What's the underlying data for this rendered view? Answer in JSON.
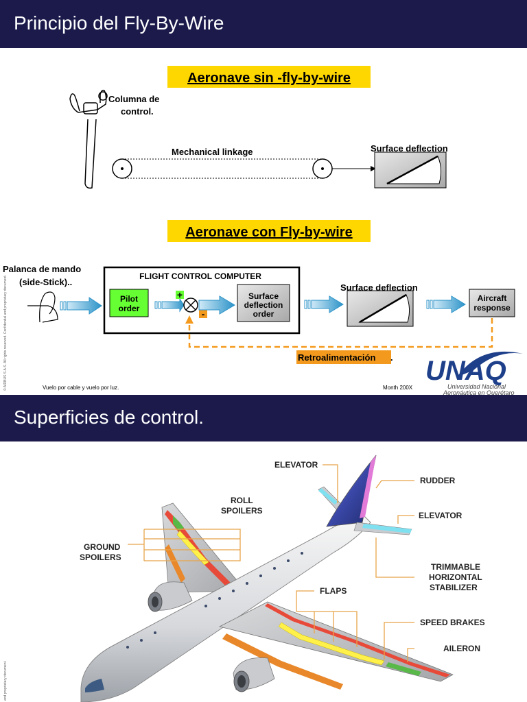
{
  "slide1": {
    "header_title": "Principio del Fly-By-Wire",
    "section1_title": "Aeronave sin -fly-by-wire",
    "column_label_1": "Columna de",
    "column_label_2": "control.",
    "linkage_label": "Mechanical linkage",
    "surface_label_1": "Surface deflection",
    "section2_title": "Aeronave con Fly-by-wire",
    "stick_label_1": "Palanca de mando",
    "stick_label_2": "(side-Stick)..",
    "fcc_label": "FLIGHT CONTROL COMPUTER",
    "pilot_order_1": "Pilot",
    "pilot_order_2": "order",
    "plus_sign": "+",
    "minus_sign": "-",
    "sdo_1": "Surface",
    "sdo_2": "deflection",
    "sdo_3": "order",
    "surface_label_2": "Surface deflection",
    "response_1": "Aircraft",
    "response_2": "response",
    "feedback_label": "Retroalimentación",
    "feedback_dot": ".",
    "footer_left": "Vuelo por cable y vuelo por luz.",
    "footer_right": "Month 200X",
    "side_text": "© AIRBUS S.A.S. All rights reserved. Confidential and proprietary document.",
    "logo_text": "UNAQ",
    "logo_sub_1": "Universidad Nacional",
    "logo_sub_2": "Aeronáutica en Querétaro"
  },
  "slide2": {
    "header_title": "Superficies de control.",
    "labels": {
      "elevator_top": "ELEVATOR",
      "rudder": "RUDDER",
      "roll_spoilers_1": "ROLL",
      "roll_spoilers_2": "SPOILERS",
      "elevator_right": "ELEVATOR",
      "ground_spoilers_1": "GROUND",
      "ground_spoilers_2": "SPOILERS",
      "trim_1": "TRIMMABLE",
      "trim_2": "HORIZONTAL",
      "trim_3": "STABILIZER",
      "flaps": "FLAPS",
      "speed_brakes": "SPEED BRAKES",
      "aileron": "AILERON"
    },
    "side_text": "and proprietary document."
  },
  "colors": {
    "header_bg": "#1b1a4b",
    "title_highlight": "#ffd700",
    "pilot_green": "#66ff33",
    "arrow_blue": "#38a4d6",
    "feedback_orange": "#f39a1e",
    "label_line_orange": "#e8a54a",
    "logo_blue": "#1e3f8a"
  }
}
